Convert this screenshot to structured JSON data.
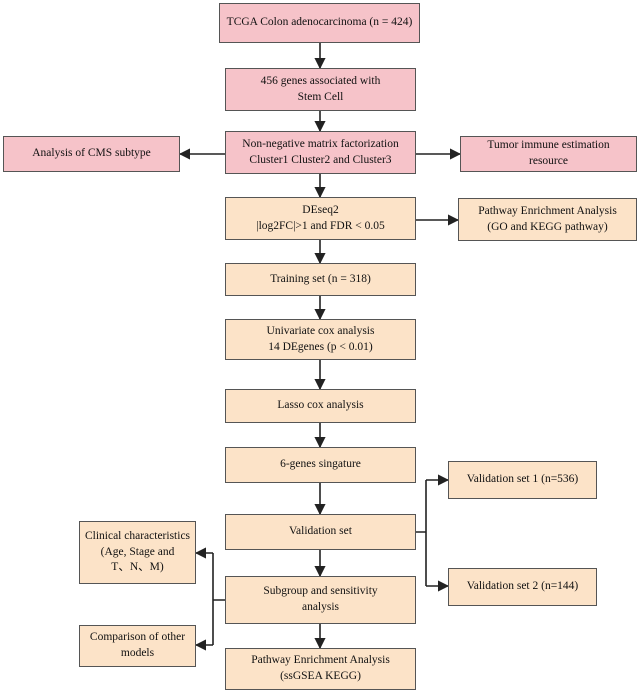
{
  "colors": {
    "pink": "#f6c3c9",
    "tan": "#fce3c8",
    "border": "#555555",
    "arrow": "#222222"
  },
  "nodes": {
    "tcga": [
      "TCGA Colon adenocarcinoma (n = 424)"
    ],
    "genes": [
      "456 genes associated with",
      "Stem Cell"
    ],
    "nmf": [
      "Non-negative matrix factorization",
      "Cluster1 Cluster2 and Cluster3"
    ],
    "cms": [
      "Analysis of CMS subtype"
    ],
    "timer": [
      "Tumor immune estimation",
      "resource"
    ],
    "deseq": [
      "DEseq2",
      "|log2FC|>1 and FDR < 0.05"
    ],
    "pathway1": [
      "Pathway Enrichment Analysis",
      "(GO and KEGG pathway)"
    ],
    "training": [
      "Training set (n = 318)"
    ],
    "univariate": [
      "Univariate cox analysis",
      "14 DEgenes (p < 0.01)"
    ],
    "lasso": [
      "Lasso cox analysis"
    ],
    "signature": [
      "6-genes singature"
    ],
    "validation_set": [
      "Validation set"
    ],
    "validation1": [
      "Validation set 1 (n=536)"
    ],
    "validation2": [
      "Validation set 2 (n=144)"
    ],
    "clinical": [
      "Clinical characteristics",
      "(Age, Stage and",
      "T、N、M)"
    ],
    "subgroup": [
      "Subgroup and sensitivity",
      "analysis"
    ],
    "comparison": [
      "Comparison of other",
      "models"
    ],
    "pathway2": [
      "Pathway Enrichment Analysis",
      "(ssGSEA KEGG)"
    ]
  }
}
